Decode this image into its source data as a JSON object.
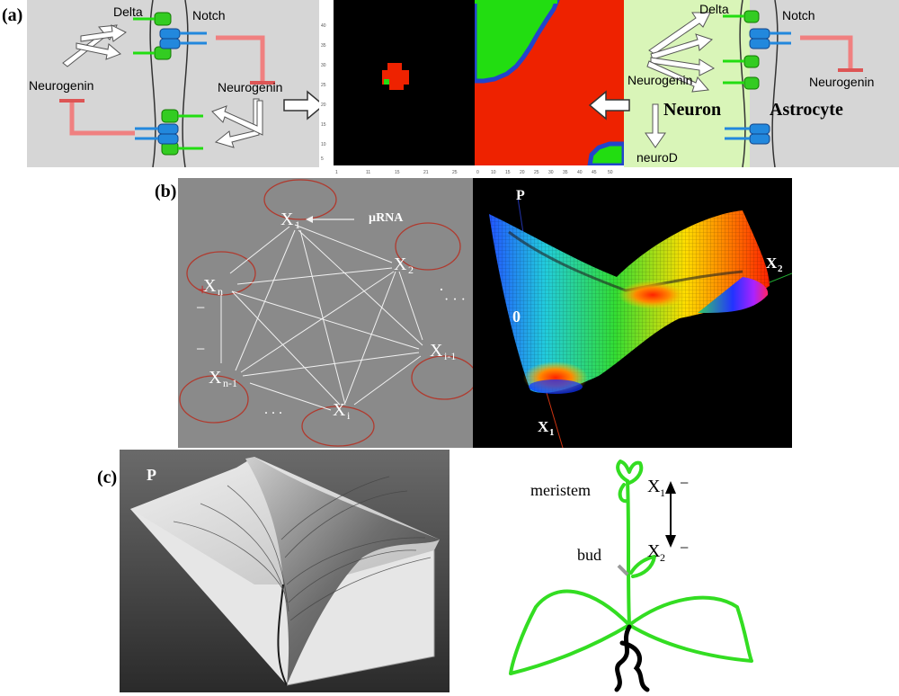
{
  "panel_labels": {
    "a": "(a)",
    "b": "(b)",
    "c": "(c)"
  },
  "panel_a": {
    "cell1": {
      "delta": "Delta",
      "notch": "Notch",
      "neurogenin_left": "Neurogenin",
      "neurogenin_right": "Neurogenin"
    },
    "cell2": {
      "delta": "Delta",
      "notch": "Notch",
      "neurogenin_left": "Neurogenin",
      "neurogenin_right": "Neurogenin",
      "neurod": "neuroD",
      "neuron": "Neuron",
      "astrocyte": "Astrocyte"
    },
    "grid1_xticks": [
      "1",
      "11",
      "15",
      "21",
      "25"
    ],
    "grid2_xticks": [
      "0",
      "10",
      "15",
      "20",
      "25",
      "30",
      "35",
      "40",
      "45",
      "50"
    ],
    "grid1_yticks": [
      "40",
      "35",
      "30",
      "25",
      "20",
      "15",
      "10",
      "5"
    ],
    "colors": {
      "red": "#ee2200",
      "green": "#22dd11",
      "blue": "#2244cc",
      "gray_panel": "#d6d6d6",
      "light_green_panel": "#d9f5b8"
    }
  },
  "panel_b": {
    "nodes": {
      "x1": "X",
      "x1_sub": "1",
      "x2": "X",
      "x2_sub": "2",
      "xn": "X",
      "xn_sub": "n",
      "xn1": "X",
      "xn1_sub": "n-1",
      "xi1": "X",
      "xi1_sub": "i-1",
      "xi": "X",
      "xi_sub": "i"
    },
    "mirna": "µRNA",
    "signs": {
      "plus": "+",
      "minus1": "−",
      "minus2": "−"
    },
    "dots": {
      "d1": "·",
      "d2": ". . .",
      "d3": "· · ·"
    },
    "surface": {
      "p": "P",
      "zero": "0",
      "x1": "X",
      "x1_sub": "1",
      "x2": "X",
      "x2_sub": "2"
    }
  },
  "panel_c": {
    "p_label": "P",
    "meristem": "meristem",
    "bud": "bud",
    "x1": "X",
    "x1_sub": "1",
    "x2": "X",
    "x2_sub": "2",
    "minus": "−"
  }
}
